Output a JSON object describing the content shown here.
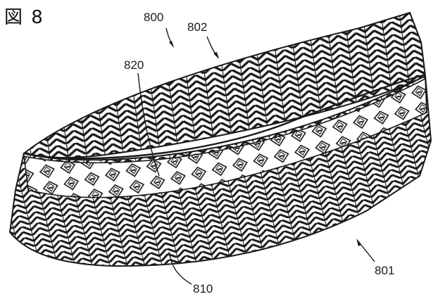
{
  "figure": {
    "label": "図 8"
  },
  "reference_numerals": {
    "r800": "800",
    "r802": "802",
    "r820": "820",
    "r801": "801",
    "r810": "810"
  },
  "colors": {
    "ink": "#1a1a1a",
    "paper": "#ffffff"
  }
}
